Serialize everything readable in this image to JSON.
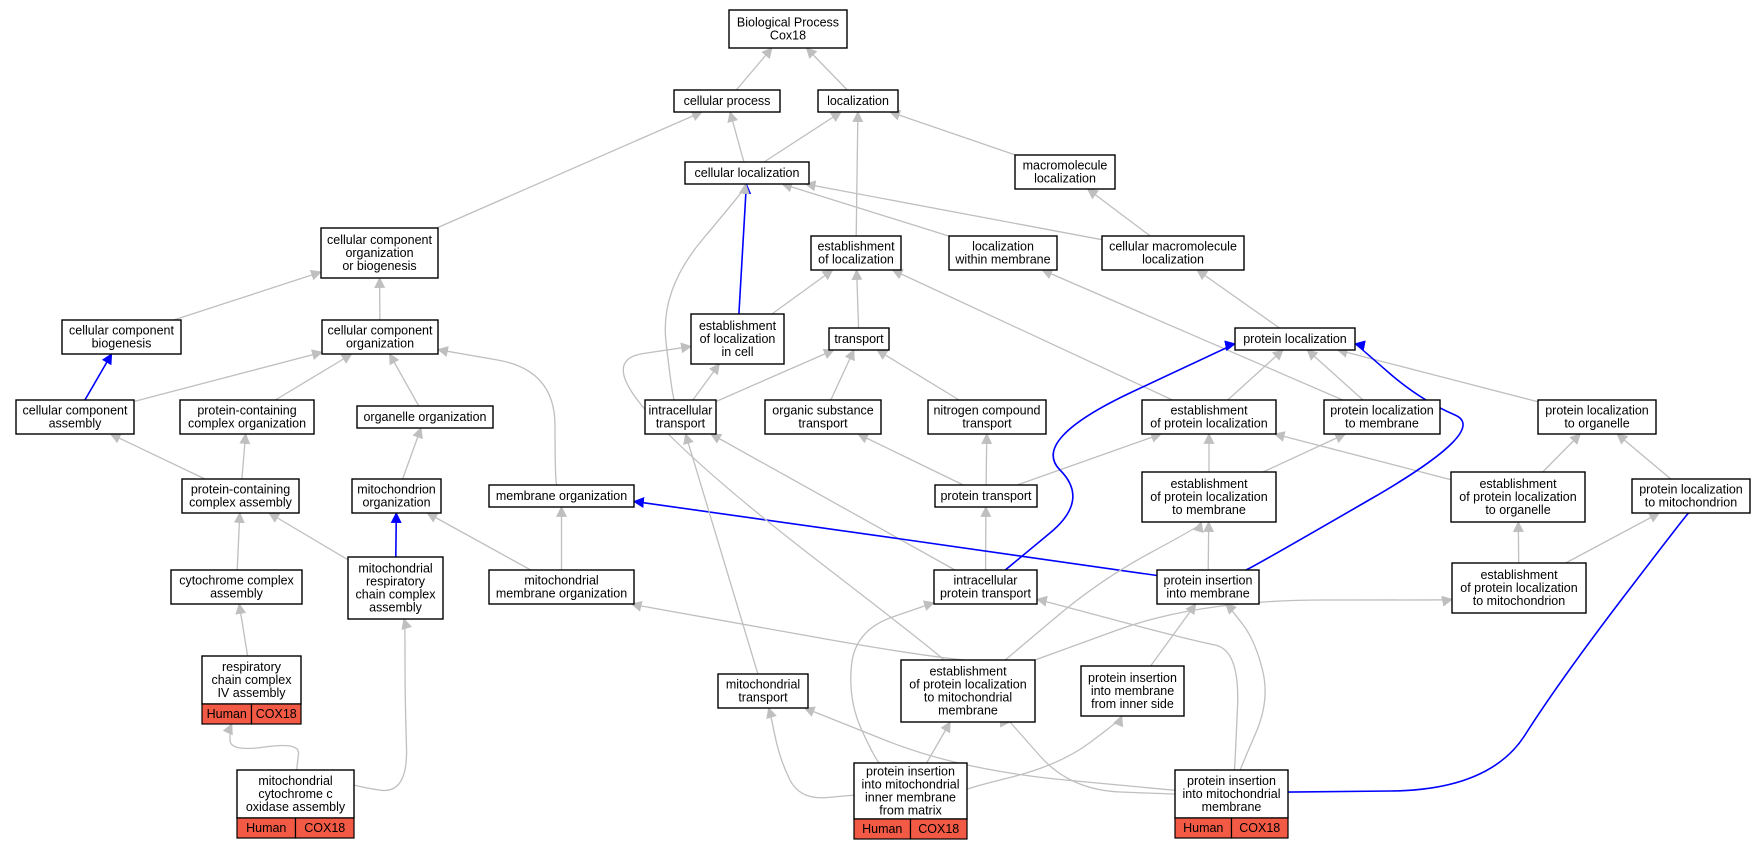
{
  "nodes": [
    {
      "id": "bp",
      "lines": [
        "Biological Process",
        "Cox18"
      ]
    },
    {
      "id": "cp",
      "lines": [
        "cellular process"
      ]
    },
    {
      "id": "loc",
      "lines": [
        "localization"
      ]
    },
    {
      "id": "cloc",
      "lines": [
        "cellular localization"
      ]
    },
    {
      "id": "macloc",
      "lines": [
        "macromolecule",
        "localization"
      ]
    },
    {
      "id": "ccob",
      "lines": [
        "cellular component",
        "organization",
        "or biogenesis"
      ]
    },
    {
      "id": "estloc",
      "lines": [
        "establishment",
        "of localization"
      ]
    },
    {
      "id": "locmem",
      "lines": [
        "localization",
        "within membrane"
      ]
    },
    {
      "id": "cmacloc",
      "lines": [
        "cellular macromolecule",
        "localization"
      ]
    },
    {
      "id": "ccbio",
      "lines": [
        "cellular component",
        "biogenesis"
      ]
    },
    {
      "id": "cco",
      "lines": [
        "cellular component",
        "organization"
      ]
    },
    {
      "id": "estlocc",
      "lines": [
        "establishment",
        "of localization",
        "in cell"
      ]
    },
    {
      "id": "transport",
      "lines": [
        "transport"
      ]
    },
    {
      "id": "ploc",
      "lines": [
        "protein localization"
      ]
    },
    {
      "id": "cca",
      "lines": [
        "cellular component",
        "assembly"
      ]
    },
    {
      "id": "pcco",
      "lines": [
        "protein-containing",
        "complex organization"
      ]
    },
    {
      "id": "orgo",
      "lines": [
        "organelle organization"
      ]
    },
    {
      "id": "itrans",
      "lines": [
        "intracellular",
        "transport"
      ]
    },
    {
      "id": "ostrans",
      "lines": [
        "organic substance",
        "transport"
      ]
    },
    {
      "id": "nctrans",
      "lines": [
        "nitrogen compound",
        "transport"
      ]
    },
    {
      "id": "estploc",
      "lines": [
        "establishment",
        "of protein localization"
      ]
    },
    {
      "id": "plocmem",
      "lines": [
        "protein localization",
        "to membrane"
      ]
    },
    {
      "id": "plocorg",
      "lines": [
        "protein localization",
        "to organelle"
      ]
    },
    {
      "id": "pcca",
      "lines": [
        "protein-containing",
        "complex assembly"
      ]
    },
    {
      "id": "mito",
      "lines": [
        "mitochondrion",
        "organization"
      ]
    },
    {
      "id": "memo",
      "lines": [
        "membrane organization"
      ]
    },
    {
      "id": "ptrans",
      "lines": [
        "protein transport"
      ]
    },
    {
      "id": "estplocmem",
      "lines": [
        "establishment",
        "of protein localization",
        "to membrane"
      ]
    },
    {
      "id": "estplocorg",
      "lines": [
        "establishment",
        "of protein localization",
        "to organelle"
      ]
    },
    {
      "id": "plocmito",
      "lines": [
        "protein localization",
        "to mitochondrion"
      ]
    },
    {
      "id": "cca2",
      "lines": [
        "cytochrome complex",
        "assembly"
      ]
    },
    {
      "id": "mrcca",
      "lines": [
        "mitochondrial",
        "respiratory",
        "chain complex",
        "assembly"
      ]
    },
    {
      "id": "mmo",
      "lines": [
        "mitochondrial",
        "membrane organization"
      ]
    },
    {
      "id": "iptrans",
      "lines": [
        "intracellular",
        "protein transport"
      ]
    },
    {
      "id": "pim",
      "lines": [
        "protein insertion",
        "into membrane"
      ]
    },
    {
      "id": "estplocmito",
      "lines": [
        "establishment",
        "of protein localization",
        "to mitochondrion"
      ]
    },
    {
      "id": "rcc4",
      "lines": [
        "respiratory",
        "chain complex",
        "IV assembly"
      ],
      "tags": [
        "Human",
        "COX18"
      ]
    },
    {
      "id": "mtrans",
      "lines": [
        "mitochondrial",
        "transport"
      ]
    },
    {
      "id": "estplocmitomem",
      "lines": [
        "establishment",
        "of protein localization",
        "to mitochondrial",
        "membrane"
      ]
    },
    {
      "id": "pimis",
      "lines": [
        "protein insertion",
        "into membrane",
        "from inner side"
      ]
    },
    {
      "id": "mcoa",
      "lines": [
        "mitochondrial",
        "cytochrome c",
        "oxidase assembly"
      ],
      "tags": [
        "Human",
        "COX18"
      ]
    },
    {
      "id": "pimimm",
      "lines": [
        "protein insertion",
        "into mitochondrial",
        "inner membrane",
        "from matrix"
      ],
      "tags": [
        "Human",
        "COX18"
      ]
    },
    {
      "id": "pimm",
      "lines": [
        "protein insertion",
        "into mitochondrial",
        "membrane"
      ],
      "tags": [
        "Human",
        "COX18"
      ]
    }
  ],
  "edges": [
    {
      "from": "cp",
      "to": "bp"
    },
    {
      "from": "loc",
      "to": "bp"
    },
    {
      "from": "cloc",
      "to": "cp"
    },
    {
      "from": "cloc",
      "to": "loc"
    },
    {
      "from": "macloc",
      "to": "loc"
    },
    {
      "from": "ccob",
      "to": "cp"
    },
    {
      "from": "estloc",
      "to": "loc"
    },
    {
      "from": "locmem",
      "to": "cloc"
    },
    {
      "from": "cmacloc",
      "to": "cloc"
    },
    {
      "from": "cmacloc",
      "to": "macloc"
    },
    {
      "from": "ccbio",
      "to": "ccob"
    },
    {
      "from": "cco",
      "to": "ccob"
    },
    {
      "from": "estlocc",
      "to": "cloc",
      "highlight": true
    },
    {
      "from": "estlocc",
      "to": "estloc"
    },
    {
      "from": "transport",
      "to": "estloc"
    },
    {
      "from": "ploc",
      "to": "cmacloc"
    },
    {
      "from": "cca",
      "to": "ccbio",
      "highlight": true
    },
    {
      "from": "cca",
      "to": "cco"
    },
    {
      "from": "pcco",
      "to": "cco"
    },
    {
      "from": "orgo",
      "to": "cco"
    },
    {
      "from": "memo",
      "to": "cco"
    },
    {
      "from": "itrans",
      "to": "cloc"
    },
    {
      "from": "itrans",
      "to": "estlocc"
    },
    {
      "from": "itrans",
      "to": "transport"
    },
    {
      "from": "ostrans",
      "to": "transport"
    },
    {
      "from": "nctrans",
      "to": "transport"
    },
    {
      "from": "estploc",
      "to": "estloc"
    },
    {
      "from": "estploc",
      "to": "ploc"
    },
    {
      "from": "plocmem",
      "to": "ploc"
    },
    {
      "from": "plocmem",
      "to": "locmem"
    },
    {
      "from": "plocorg",
      "to": "ploc"
    },
    {
      "from": "pcca",
      "to": "cca"
    },
    {
      "from": "pcca",
      "to": "pcco"
    },
    {
      "from": "mito",
      "to": "orgo"
    },
    {
      "from": "ptrans",
      "to": "ostrans"
    },
    {
      "from": "ptrans",
      "to": "nctrans"
    },
    {
      "from": "ptrans",
      "to": "estploc"
    },
    {
      "from": "estplocmem",
      "to": "estploc"
    },
    {
      "from": "estplocmem",
      "to": "plocmem"
    },
    {
      "from": "estplocorg",
      "to": "estploc"
    },
    {
      "from": "estplocorg",
      "to": "plocorg"
    },
    {
      "from": "plocmito",
      "to": "plocorg"
    },
    {
      "from": "cca2",
      "to": "pcca"
    },
    {
      "from": "mrcca",
      "to": "pcca"
    },
    {
      "from": "mrcca",
      "to": "mito",
      "highlight": true
    },
    {
      "from": "mmo",
      "to": "mito"
    },
    {
      "from": "mmo",
      "to": "memo"
    },
    {
      "from": "iptrans",
      "to": "itrans"
    },
    {
      "from": "iptrans",
      "to": "ptrans"
    },
    {
      "from": "iptrans",
      "to": "ploc",
      "highlight": true
    },
    {
      "from": "pim",
      "to": "memo",
      "highlight": true
    },
    {
      "from": "pim",
      "to": "estplocmem"
    },
    {
      "from": "pim",
      "to": "ploc",
      "highlight": true
    },
    {
      "from": "estplocmito",
      "to": "estplocorg"
    },
    {
      "from": "estplocmito",
      "to": "plocmito"
    },
    {
      "from": "rcc4",
      "to": "cca2"
    },
    {
      "from": "mtrans",
      "to": "itrans"
    },
    {
      "from": "estplocmitomem",
      "to": "mmo"
    },
    {
      "from": "estplocmitomem",
      "to": "estlocc"
    },
    {
      "from": "estplocmitomem",
      "to": "estplocmem"
    },
    {
      "from": "estplocmitomem",
      "to": "estplocmito"
    },
    {
      "from": "pimis",
      "to": "pim"
    },
    {
      "from": "mcoa",
      "to": "rcc4"
    },
    {
      "from": "mcoa",
      "to": "mrcca"
    },
    {
      "from": "pimimm",
      "to": "mtrans"
    },
    {
      "from": "pimimm",
      "to": "iptrans"
    },
    {
      "from": "pimimm",
      "to": "estplocmitomem"
    },
    {
      "from": "pimimm",
      "to": "pimis"
    },
    {
      "from": "pimm",
      "to": "mtrans"
    },
    {
      "from": "pimm",
      "to": "iptrans"
    },
    {
      "from": "pimm",
      "to": "estplocmitomem"
    },
    {
      "from": "pimm",
      "to": "pim"
    },
    {
      "from": "pimm",
      "to": "plocmito",
      "highlight": true
    }
  ],
  "colors": {
    "edge": "#bfbfbf",
    "highlight": "#0000ff",
    "tag": "#f35a45",
    "node_border": "#000000"
  }
}
